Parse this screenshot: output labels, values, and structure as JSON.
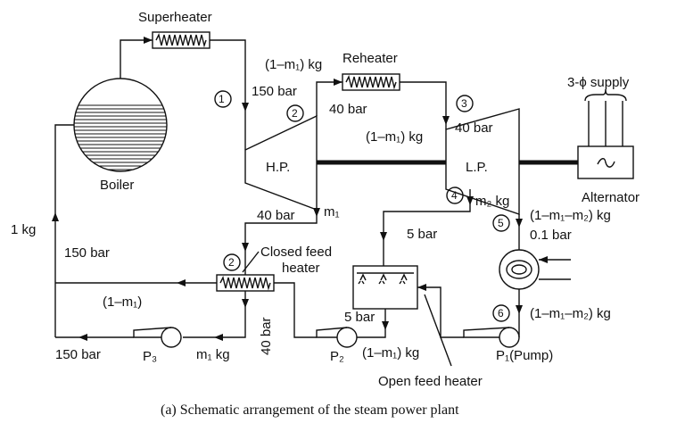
{
  "labels": {
    "superheater": "Superheater",
    "reheater": "Reheater",
    "supply": "3-ϕ supply",
    "boiler": "Boiler",
    "hp": "H.P.",
    "lp": "L.P.",
    "alternator": "Alternator",
    "alternator_symbol": "~",
    "one_kg": "1 kg",
    "bar150_top": "150 bar",
    "bar150_left": "150 bar",
    "bar150_bottom": "150 bar",
    "bar40_reheater_in": "40 bar",
    "bar40_reheater_out": "40 bar",
    "bar40_bleed": "40 bar",
    "bar40_vertical": "40 bar",
    "bar5_bleed": "5 bar",
    "bar5_out": "5 bar",
    "bar01": "0.1 bar",
    "m1_top": "(1–m₁) kg",
    "m1_lp": "(1–m₁) kg",
    "m1_bleed": "m₁",
    "m1_left": "(1–m₁)",
    "m1_kg": "m₁ kg",
    "m1_bottom": "(1–m₁) kg",
    "m2_kg": "m₂ kg",
    "m12_top": "(1–m₁–m₂) kg",
    "m12_bottom": "(1–m₁–m₂) kg",
    "closed_feed_1": "Closed feed",
    "closed_feed_2": "heater",
    "open_feed": "Open feed heater",
    "p1": "P₁(Pump)",
    "p2": "P₂",
    "p3": "P₃",
    "state1": "1",
    "state2a": "2",
    "state2b": "2",
    "state3": "3",
    "state4": "4",
    "state5": "5",
    "state6": "6",
    "caption": "(a) Schematic arrangement of the steam power plant"
  }
}
